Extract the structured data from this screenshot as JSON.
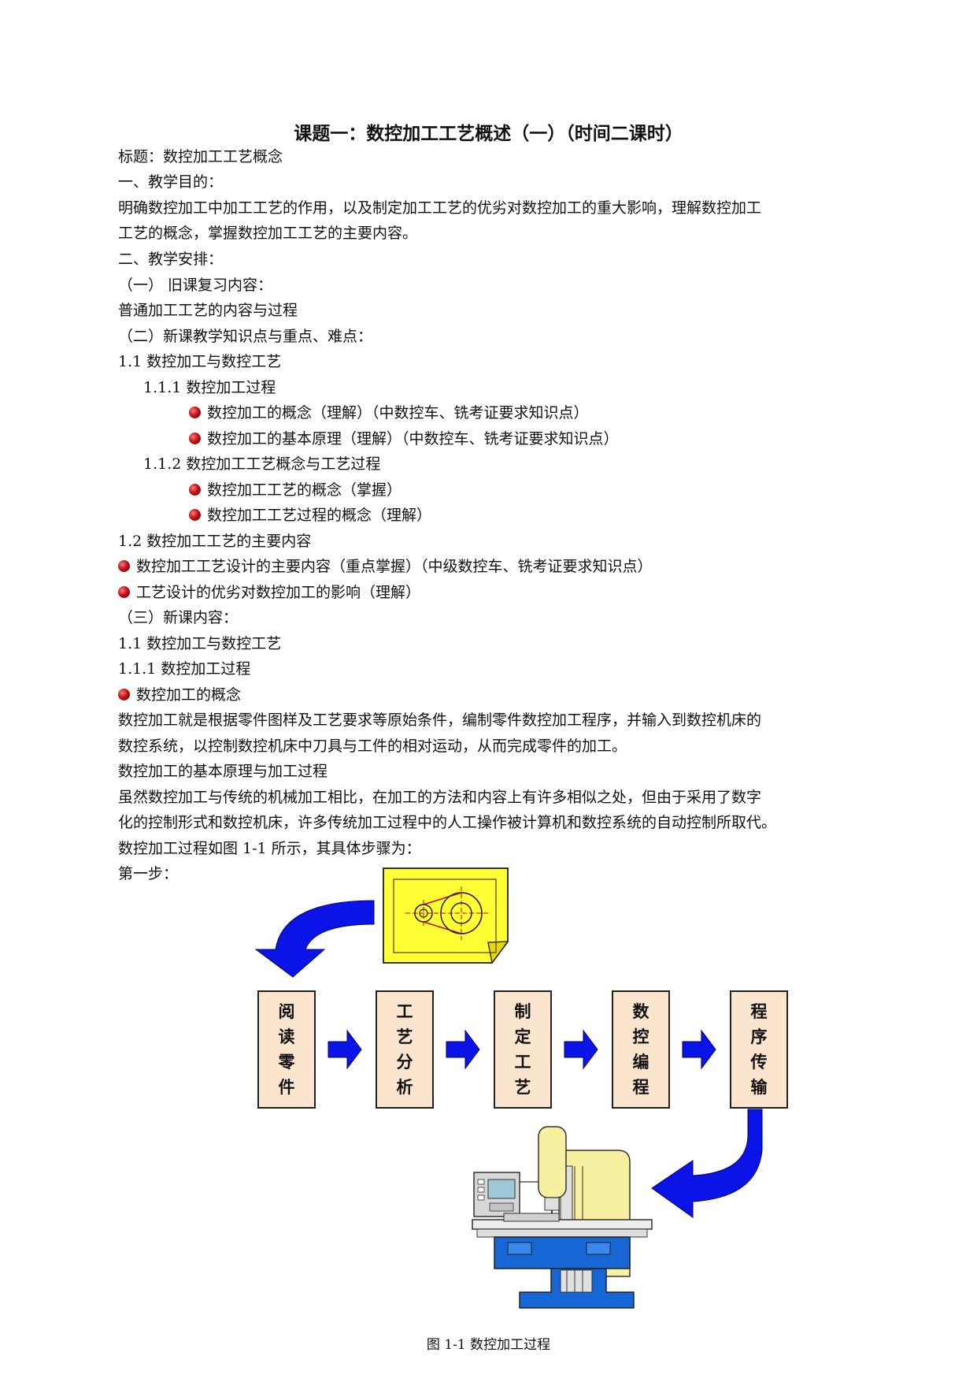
{
  "title": "课题一：数控加工工艺概述（一）（时间二课时）",
  "lines": [
    "标题：数控加工工艺概念",
    "一、教学目的：",
    "明确数控加工中加工工艺的作用，以及制定加工工艺的优劣对数控加工的重大影响，理解数控加工",
    "工艺的概念，掌握数控加工工艺的主要内容。",
    "二、教学安排：",
    "（一）  旧课复习内容：",
    "普通加工工艺的内容与过程",
    "（二）新课教学知识点与重点、难点：",
    "1.1  数控加工与数控工艺",
    "1.1.1  数控加工过程",
    "数控加工的概念（理解）（中数控车、铣考证要求知识点）",
    "数控加工的基本原理（理解）（中数控车、铣考证要求知识点）",
    "1.1.2  数控加工工艺概念与工艺过程",
    "数控加工工艺的概念（掌握）",
    "数控加工工艺过程的概念（理解）",
    "1.2  数控加工工艺的主要内容",
    "数控加工工艺设计的主要内容（重点掌握）（中级数控车、铣考证要求知识点）",
    "工艺设计的优劣对数控加工的影响（理解）",
    "（三）新课内容：",
    "1.1  数控加工与数控工艺",
    "1.1.1  数控加工过程",
    "数控加工的概念",
    "数控加工就是根据零件图样及工艺要求等原始条件，编制零件数控加工程序，并输入到数控机床的",
    "数控系统，以控制数控机床中刀具与工件的相对运动，从而完成零件的加工。",
    " 数控加工的基本原理与加工过程",
    "虽然数控加工与传统的机械加工相比，在加工的方法和内容上有许多相似之处，但由于采用了数字",
    "化的控制形式和数控机床，许多传统加工过程中的人工操作被计算机和数控系统的自动控制所取代。",
    "数控加工过程如图 1-1 所示，其具体步骤为：",
    "第一步："
  ],
  "steps": [
    {
      "chars": [
        "阅",
        "读",
        "零",
        "件"
      ]
    },
    {
      "chars": [
        "工",
        "艺",
        "分",
        "析"
      ]
    },
    {
      "chars": [
        "制",
        "定",
        "工",
        "艺"
      ]
    },
    {
      "chars": [
        "数",
        "控",
        "编",
        "程"
      ]
    },
    {
      "chars": [
        "程",
        "序",
        "传",
        "输"
      ]
    }
  ],
  "caption": "图 1-1  数控加工过程",
  "colors": {
    "arrow_blue": "#0a14e6",
    "drawing_yellow": "#ffff33",
    "box_fill": "#fbe5cf",
    "bullet_red": "#c0141a",
    "machine_blue": "#1666d6",
    "machine_yellow": "#f6f0a0"
  }
}
